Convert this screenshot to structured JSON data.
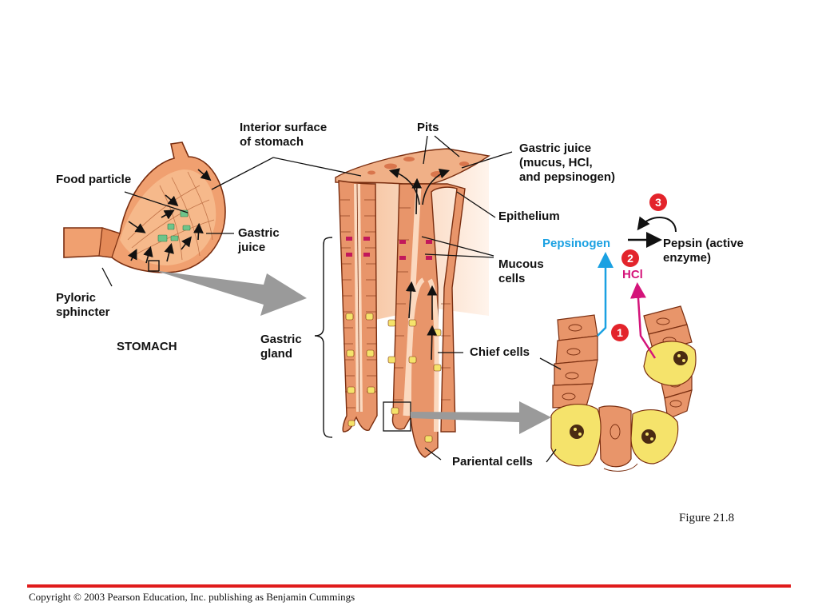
{
  "labels": {
    "interior_surface": "Interior surface\nof stomach",
    "pits": "Pits",
    "gastric_juice_composition": "Gastric juice\n(mucus, HCl,\nand pepsinogen)",
    "food_particle": "Food particle",
    "epithelium": "Epithelium",
    "gastric_juice": "Gastric\njuice",
    "pepsinogen": "Pepsinogen",
    "pepsin": "Pepsin (active\nenzyme)",
    "mucous_cells": "Mucous\ncells",
    "hcl": "HCl",
    "pyloric_sphincter": "Pyloric\nsphincter",
    "stomach": "STOMACH",
    "gastric_gland": "Gastric\ngland",
    "chief_cells": "Chief cells",
    "pariental_cells": "Pariental cells"
  },
  "steps": [
    "1",
    "2",
    "3"
  ],
  "figure": "Figure 21.8",
  "copyright": "Copyright © 2003 Pearson Education, Inc. publishing as Benjamin Cummings",
  "colors": {
    "tissue": "#e8956a",
    "tissue_outline": "#7a2e10",
    "pit_fill": "#fbd9bf",
    "parietal_cell": "#f5e36b",
    "mucous_cell": "#c2185b",
    "pepsinogen_arrow": "#1ba1e2",
    "hcl_arrow": "#d4147a",
    "step_badge": "#e3242b",
    "bottom_rule": "#e01b1b"
  }
}
